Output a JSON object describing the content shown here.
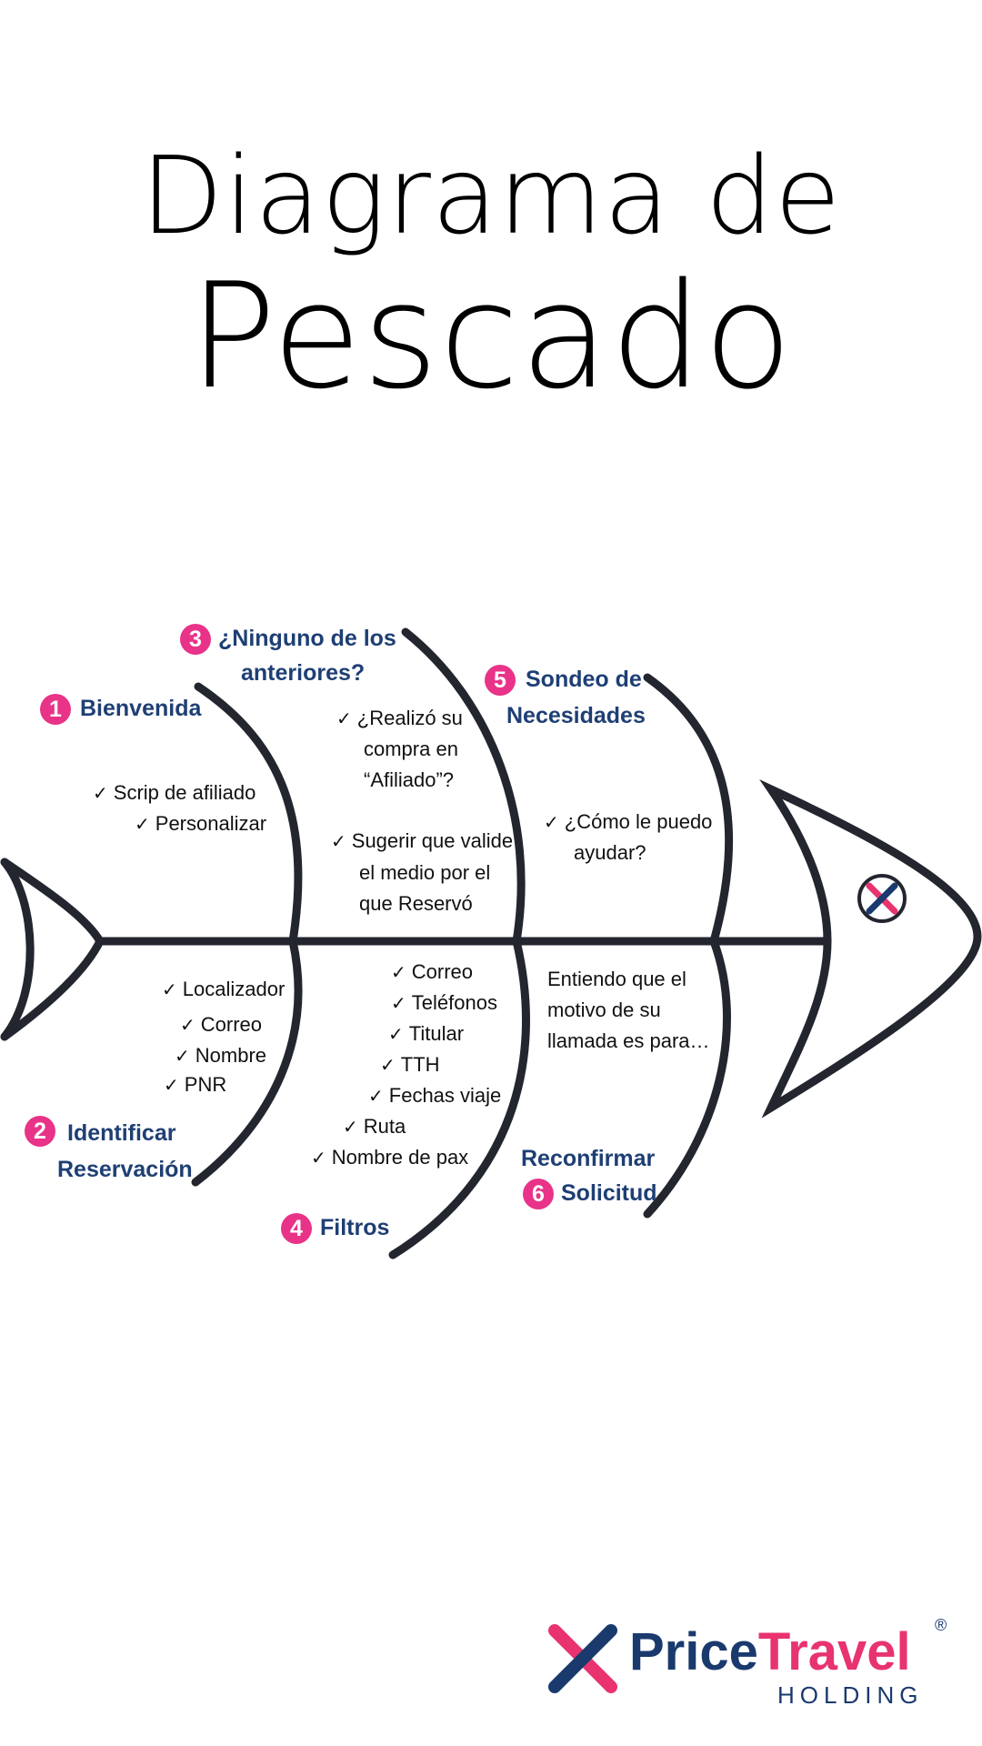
{
  "title": {
    "line1": "Diagrama de",
    "line2": "Pescado"
  },
  "colors": {
    "bone": "#23262e",
    "heading": "#1e3f74",
    "badge": "#e83389",
    "logo_blue": "#1a3a6e",
    "logo_pink": "#e8336f"
  },
  "icons": {
    "fish_eye": "x-logo-icon",
    "check": "checkmark-icon"
  },
  "categories": [
    {
      "number": "1",
      "lines": [
        "Bienvenida"
      ],
      "items": [
        "Scrip de afiliado",
        "Personalizar"
      ]
    },
    {
      "number": "2",
      "lines": [
        "Identificar",
        "Reservación"
      ],
      "items": [
        "Localizador",
        "Correo",
        "Nombre",
        "PNR"
      ]
    },
    {
      "number": "3",
      "lines": [
        "¿Ninguno de los",
        "anteriores?"
      ],
      "items": [
        "¿Realizó su",
        "compra en",
        "“Afiliado”?",
        "Sugerir que valide",
        "el  medio por el",
        "que       Reservó"
      ]
    },
    {
      "number": "4",
      "lines": [
        "Filtros"
      ],
      "items": [
        "Correo",
        "Teléfonos",
        "Titular",
        "TTH",
        "Fechas viaje",
        "Ruta",
        "Nombre de pax"
      ]
    },
    {
      "number": "5",
      "lines": [
        "Sondeo de",
        "Necesidades"
      ],
      "items": [
        "¿Cómo le puedo",
        "ayudar?"
      ]
    },
    {
      "number": "6",
      "lines": [
        "Reconfirmar",
        "Solicitud"
      ],
      "items": [
        "Entiendo que el",
        "motivo de su",
        "llamada es para…"
      ]
    }
  ],
  "logo": {
    "word1": "Price",
    "word2": "Travel",
    "registered": "®",
    "subtitle": "HOLDING"
  }
}
